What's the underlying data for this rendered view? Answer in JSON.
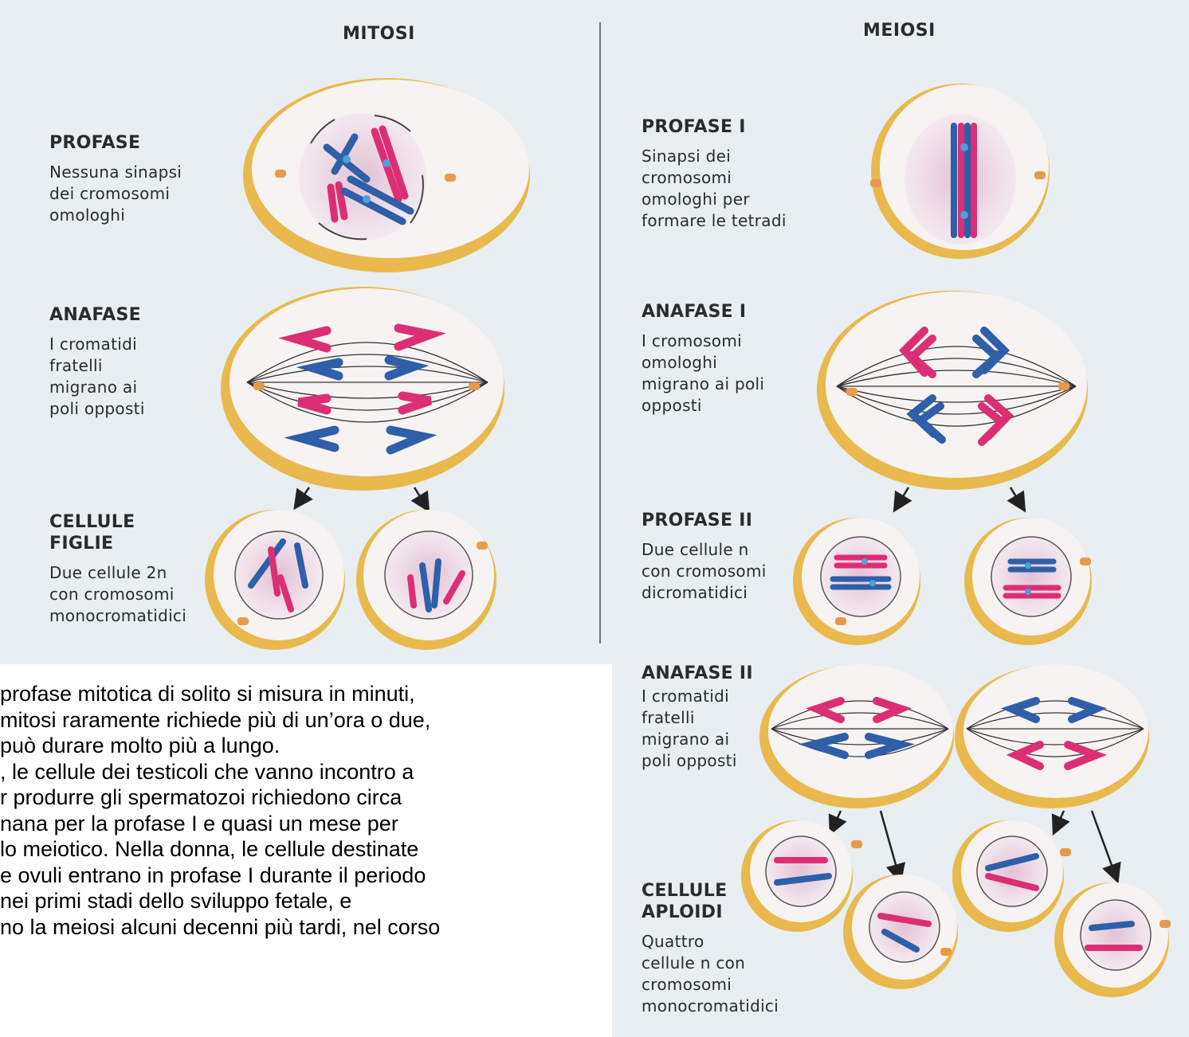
{
  "headers": {
    "mitosis": "MITOSI",
    "meiosis": "MEIOSI"
  },
  "mitosis": {
    "prophase": {
      "title": "PROFASE",
      "desc": "Nessuna sinapsi\ndei cromosomi\nomologhi"
    },
    "anaphase": {
      "title": "ANAFASE",
      "desc": "I cromatidi\nfratelli\nmigrano ai\npoli opposti"
    },
    "daughter": {
      "title": "CELLULE\nFIGLIE",
      "desc": "Due cellule 2n\ncon cromosomi\nmonocromatidici"
    }
  },
  "meiosis": {
    "prophase1": {
      "title": "PROFASE I",
      "desc": "Sinapsi dei\ncromosomi\nomologhi per\nformare le tetradi"
    },
    "anaphase1": {
      "title": "ANAFASE I",
      "desc": "I cromosomi\nomologhi\nmigrano ai poli\nopposti"
    },
    "prophase2": {
      "title": "PROFASE II",
      "desc": "Due cellule n\ncon cromosomi\ndicromatidici"
    },
    "anaphase2": {
      "title": "ANAFASE II",
      "desc": "I cromatidi\nfratelli\nmigrano ai\npoli opposti"
    },
    "haploid": {
      "title": "CELLULE\nAPLOIDI",
      "desc": "Quattro\ncellule n con\ncromosomi\nmonocromatidici"
    }
  },
  "paragraph": "profase mitotica di solito si misura in minuti,\nmitosi raramente richiede più di un’ora o due,\npuò durare molto più a lungo.\n, le cellule dei testicoli che vanno incontro a\nr produrre gli spermatozoi richiedono circa\nnana per la profase I e quasi un mese per\nlo meiotico. Nella donna, le cellule destinate\ne ovuli entrano in profase I durante il periodo\n nei primi stadi dello sviluppo fetale, e\nno la meiosi alcuni decenni più tardi, nel corso",
  "colors": {
    "pink": "#dc2e74",
    "blue": "#2f5fa8",
    "centromere": "#4aa3d8",
    "cellRim": "#e9b94d",
    "cellFill": "#f6f3f2",
    "nucleus": "#e8d2e0",
    "background": "#e8eef1"
  }
}
